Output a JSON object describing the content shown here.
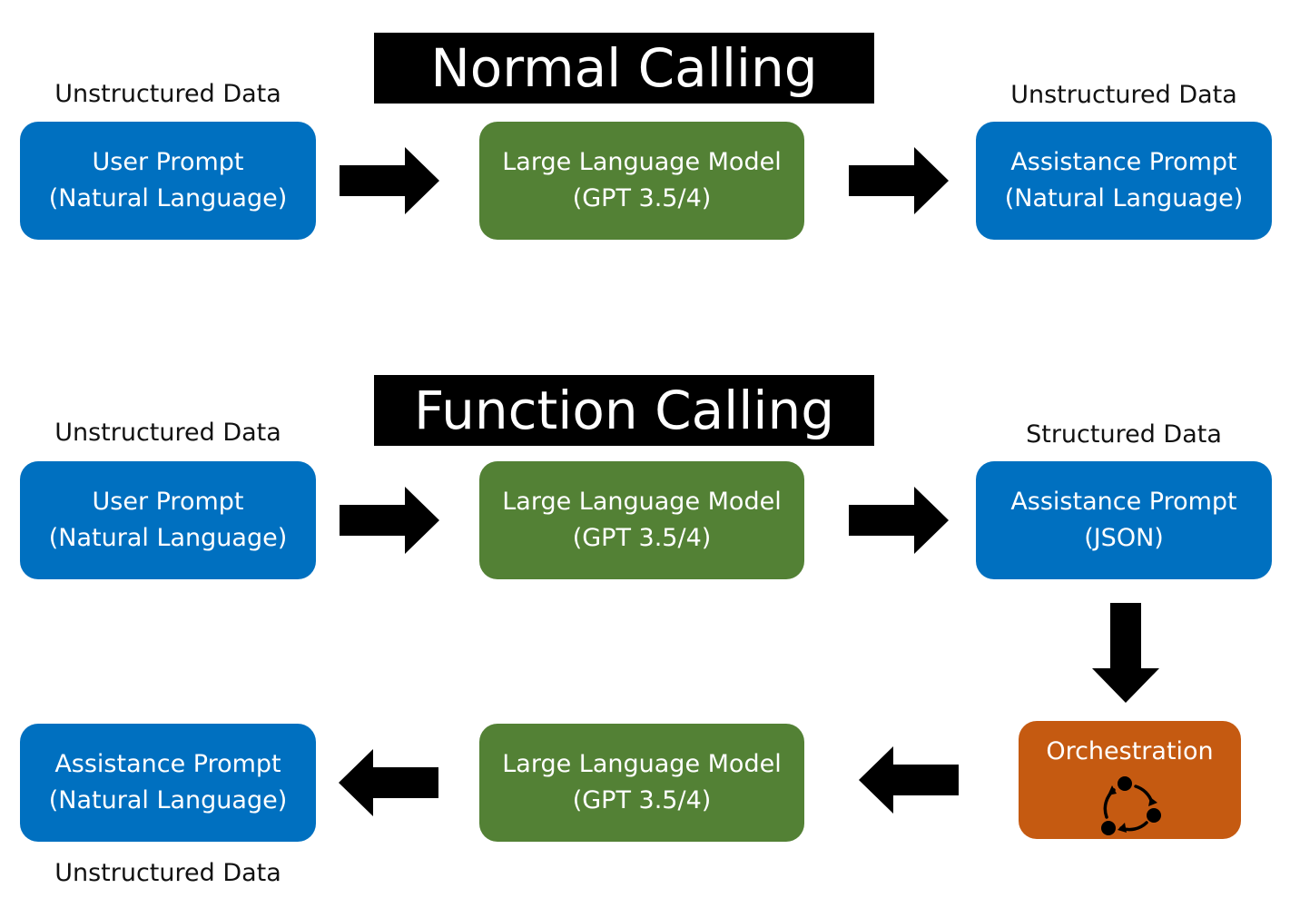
{
  "normal": {
    "title": "Normal Calling",
    "left_caption": "Unstructured Data",
    "right_caption": "Unstructured Data",
    "user_box": {
      "line1": "User Prompt",
      "line2": "(Natural Language)"
    },
    "model_box": {
      "line1": "Large Language Model",
      "line2": "(GPT 3.5/4)"
    },
    "output_box": {
      "line1": "Assistance Prompt",
      "line2": "(Natural Language)"
    }
  },
  "function": {
    "title": "Function Calling",
    "left_caption": "Unstructured Data",
    "right_caption": "Structured Data",
    "bottom_caption": "Unstructured Data",
    "user_box": {
      "line1": "User Prompt",
      "line2": "(Natural Language)"
    },
    "model_box": {
      "line1": "Large Language Model",
      "line2": "(GPT 3.5/4)"
    },
    "json_box": {
      "line1": "Assistance Prompt",
      "line2": "(JSON)"
    },
    "orchestration_box": {
      "label": "Orchestration"
    },
    "model_box_2": {
      "line1": "Large Language Model",
      "line2": "(GPT 3.5/4)"
    },
    "final_box": {
      "line1": "Assistance Prompt",
      "line2": "(Natural Language)"
    }
  },
  "colors": {
    "blue_box": "#0070c0",
    "green_box": "#538135",
    "orange_box": "#c55a11",
    "banner": "#000000",
    "arrow": "#000000"
  },
  "icons": {
    "orchestration": "cycle-icon",
    "arrow": "block-arrow"
  }
}
